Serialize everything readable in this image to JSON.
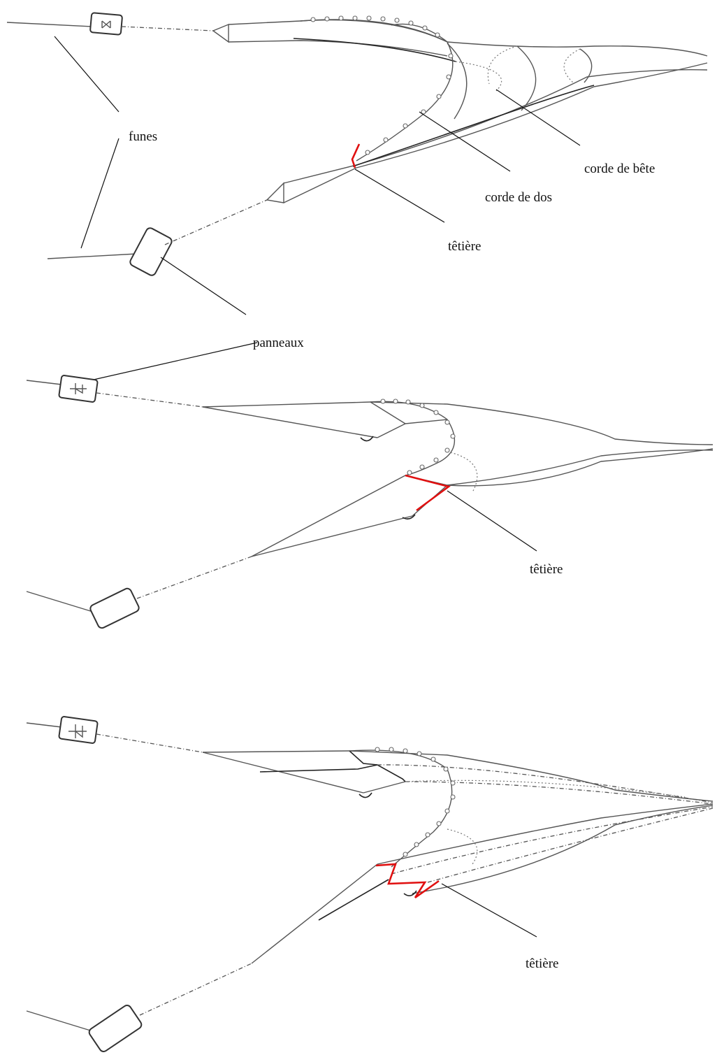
{
  "labels": {
    "funes": "funes",
    "corde_de_dos": "corde de dos",
    "corde_de_bete": "corde de bête",
    "tetiere_1": "têtière",
    "panneaux": "panneaux",
    "tetiere_2": "têtière",
    "tetiere_3": "têtière"
  },
  "colors": {
    "highlight": "#e01010",
    "line": "#555555"
  }
}
